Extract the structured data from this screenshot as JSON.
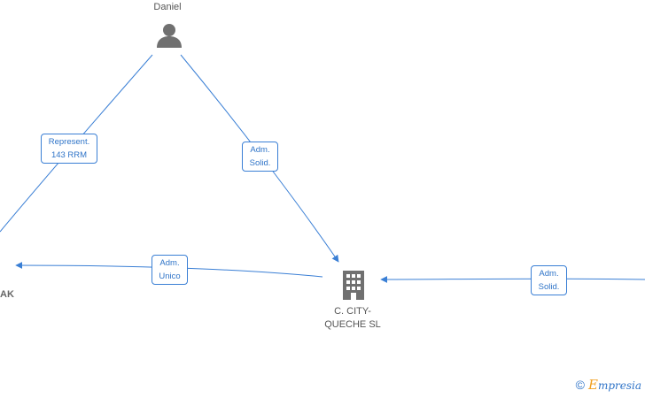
{
  "nodes": {
    "person": {
      "name": "Daniel",
      "icon": "person-icon"
    },
    "company": {
      "name": "C. CITY-\nQUECHE SL",
      "icon": "building-icon"
    },
    "left_partial": {
      "name": "AK"
    }
  },
  "edges": [
    {
      "id": "represent",
      "label": "Represent.\n143 RRM"
    },
    {
      "id": "adm-solid-top",
      "label": "Adm.\nSolid."
    },
    {
      "id": "adm-unico",
      "label": "Adm.\nUnico"
    },
    {
      "id": "adm-solid-right",
      "label": "Adm.\nSolid."
    }
  ],
  "colors": {
    "edge": "#3a7fd5",
    "icon": "#707070"
  },
  "watermark": {
    "symbol": "©",
    "brand_initial": "E",
    "brand_rest": "mpresia"
  }
}
